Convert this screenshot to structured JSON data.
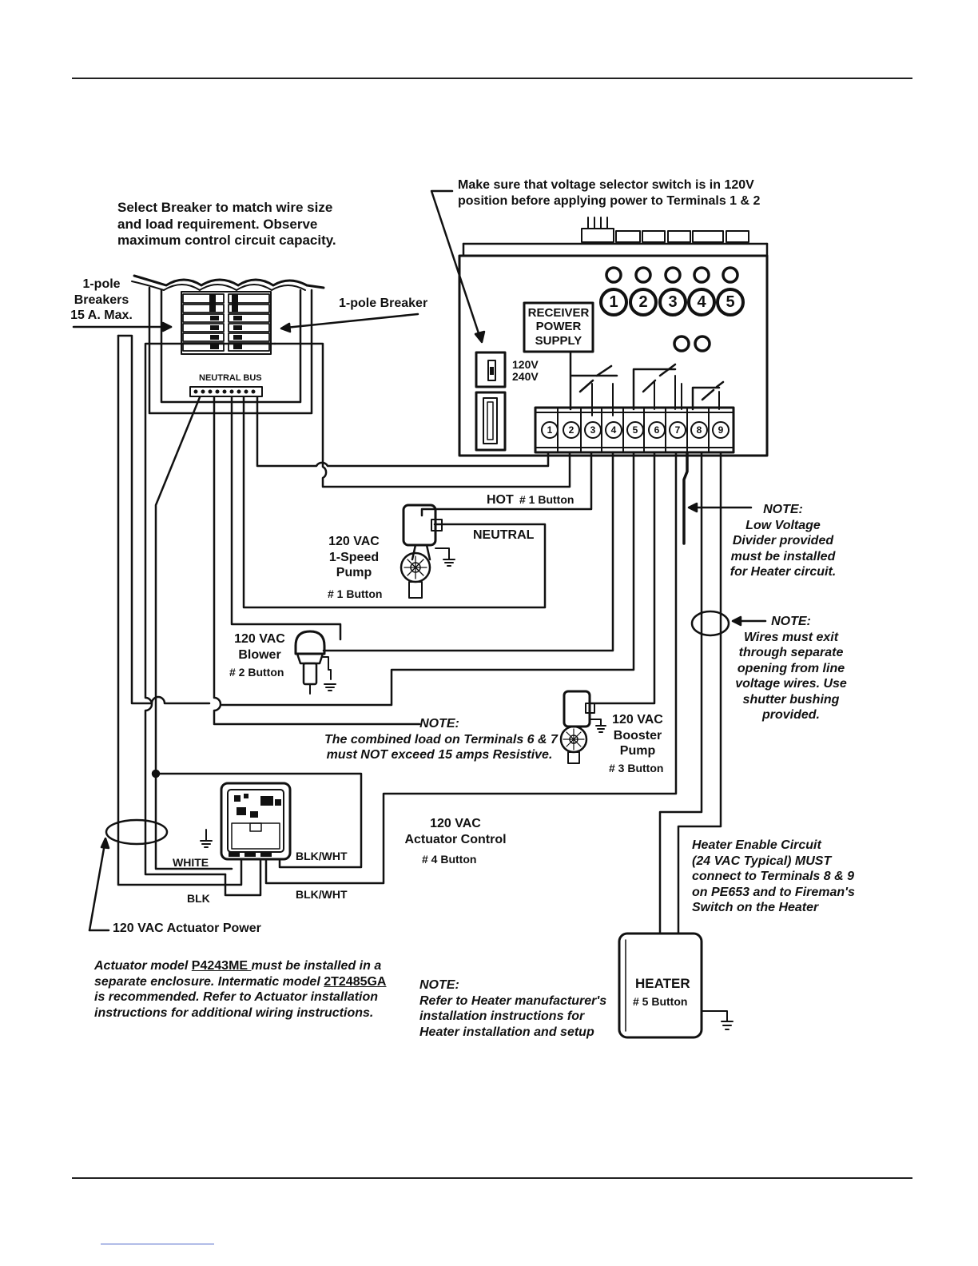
{
  "top_note": [
    "Make sure that voltage selector switch is in 120V",
    "position before applying power to Terminals 1 & 2"
  ],
  "breaker_note": [
    "Select Breaker to match wire size",
    "and load requirement.  Observe",
    "maximum control circuit capacity."
  ],
  "breakers_left": [
    "1-pole",
    "Breakers",
    "15 A. Max."
  ],
  "breaker_right": "1-pole Breaker",
  "neutral_bus": "NEUTRAL BUS",
  "receiver": [
    "RECEIVER",
    "POWER",
    "SUPPLY"
  ],
  "voltage_switch": [
    "120V",
    "240V"
  ],
  "buttons": [
    "1",
    "2",
    "3",
    "4",
    "5"
  ],
  "terminals": [
    "1",
    "2",
    "3",
    "4",
    "5",
    "6",
    "7",
    "8",
    "9"
  ],
  "hot": "HOT",
  "hot_button": "# 1 Button",
  "neutral": "NEUTRAL",
  "pump": [
    "120 VAC",
    "1-Speed",
    "Pump"
  ],
  "pump_button": "# 1 Button",
  "blower": [
    "120 VAC",
    "Blower"
  ],
  "blower_button": "# 2 Button",
  "note_divider": [
    "NOTE:",
    "Low Voltage",
    "Divider provided",
    "must be installed",
    "for Heater circuit."
  ],
  "note_wires": [
    "NOTE:",
    "Wires must exit",
    "through separate",
    "opening from line",
    "voltage wires. Use",
    "shutter bushing",
    "provided."
  ],
  "note_load": [
    "NOTE:",
    "The combined load on Terminals 6 & 7",
    "must NOT exceed 15 amps Resistive."
  ],
  "booster": [
    "120 VAC",
    "Booster",
    "Pump"
  ],
  "booster_button": "# 3 Button",
  "actuator_control": [
    "120 VAC",
    "Actuator Control"
  ],
  "actuator_button": "# 4 Button",
  "white": "WHITE",
  "blk": "BLK",
  "blk_wht_1": "BLK/WHT",
  "blk_wht_2": "BLK/WHT",
  "actuator_power": "120 VAC Actuator Power",
  "heater_enable": [
    "Heater Enable Circuit",
    "(24 VAC Typical) MUST",
    "connect to Terminals 8 & 9",
    "on PE653 and to Fireman's",
    "Switch on the Heater"
  ],
  "heater": "HEATER",
  "heater_button": "# 5 Button",
  "actuator_note": {
    "l1a": "Actuator model ",
    "model1": "P4243ME ",
    "l1b": "must be installed in a",
    "l2a": "separate enclosure. Intermatic model ",
    "model2": "2T2485GA ",
    "l3": "is recommended.  Refer to  Actuator installation",
    "l4": "instructions for additional wiring instructions."
  },
  "heater_note": [
    "NOTE:",
    "Refer to Heater manufacturer's",
    "installation instructions for",
    "Heater installation and setup"
  ]
}
